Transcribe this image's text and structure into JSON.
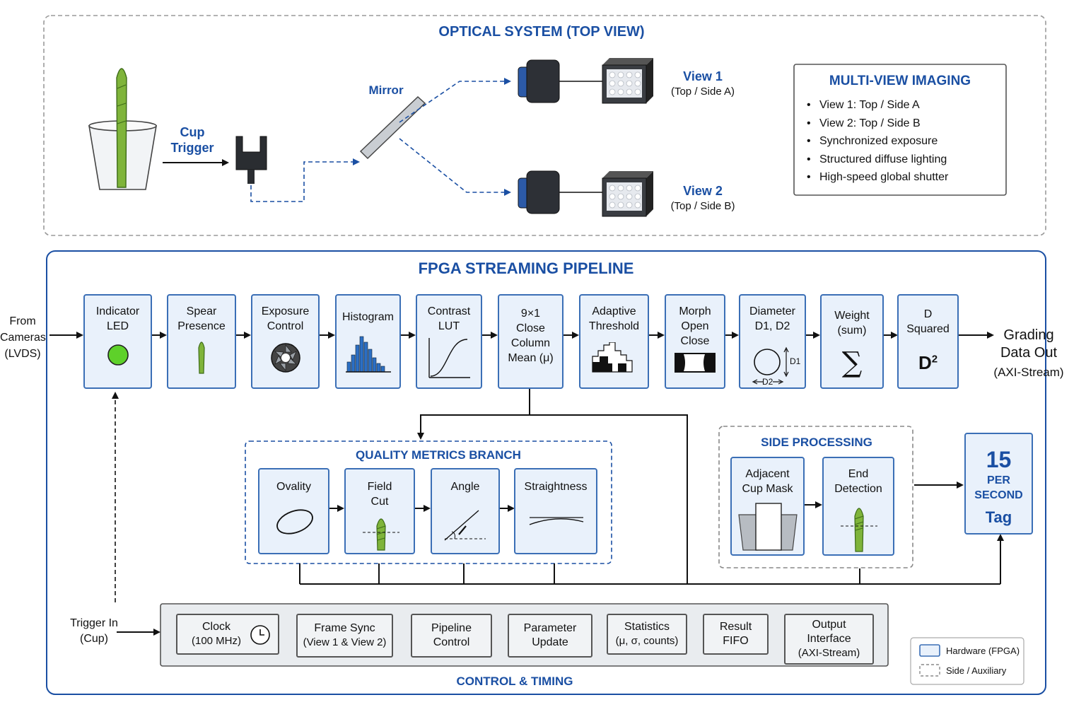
{
  "optical": {
    "title": "OPTICAL SYSTEM (TOP VIEW)",
    "cup_trigger_label": "Cup\nTrigger",
    "mirror_label": "Mirror",
    "view1_title": "View 1",
    "view1_sub": "(Top / Side A)",
    "view2_title": "View 2",
    "view2_sub": "(Top / Side B)"
  },
  "multiview": {
    "title": "MULTI-VIEW IMAGING",
    "items": [
      "View 1: Top / Side A",
      "View 2: Top / Side B",
      "Synchronized exposure",
      "Structured diffuse lighting",
      "High-speed global shutter"
    ]
  },
  "pipeline": {
    "title": "FPGA STREAMING PIPELINE",
    "input_label": "From\nCameras\n(LVDS)",
    "output_label": "Grading\nData Out",
    "output_sub": "(AXI-Stream)",
    "stages": [
      {
        "label": "Indicator\nLED",
        "icon": "led-icon"
      },
      {
        "label": "Spear\nPresence",
        "icon": "spear-icon"
      },
      {
        "label": "Exposure\nControl",
        "icon": "aperture-icon"
      },
      {
        "label": "Histogram",
        "icon": "histogram-icon"
      },
      {
        "label": "Contrast\nLUT",
        "icon": "s-curve-icon"
      },
      {
        "label": "9×1\nClose\nColumn\nMean (μ)",
        "icon": ""
      },
      {
        "label": "Adaptive\nThreshold",
        "icon": "threshold-icon"
      },
      {
        "label": "Morph\nOpen\nClose",
        "icon": "morph-icon"
      },
      {
        "label": "Diameter\nD1, D2",
        "icon": "diameter-icon"
      },
      {
        "label": "Weight\n(sum)",
        "icon": "sigma-icon"
      },
      {
        "label": "D\nSquared",
        "icon": "d-squared-icon"
      }
    ],
    "diameter_d1": "D1",
    "diameter_d2": "D2",
    "d_squared_symbol": "D",
    "d_squared_exp": "2",
    "sigma_symbol": "∑"
  },
  "quality": {
    "title": "QUALITY METRICS BRANCH",
    "items": [
      {
        "label": "Ovality",
        "icon": "ellipse-icon"
      },
      {
        "label": "Field\nCut",
        "icon": "field-cut-icon"
      },
      {
        "label": "Angle",
        "icon": "angle-icon"
      },
      {
        "label": "Straightness",
        "icon": "straightness-icon"
      }
    ]
  },
  "side": {
    "title": "SIDE PROCESSING",
    "items": [
      {
        "label": "Adjacent\nCup Mask",
        "icon": "cup-mask-icon"
      },
      {
        "label": "End\nDetection",
        "icon": "end-detection-icon"
      }
    ]
  },
  "rate_tag": {
    "number": "15",
    "line1": "PER",
    "line2": "SECOND",
    "tag": "Tag"
  },
  "control": {
    "title": "CONTROL & TIMING",
    "trigger_in": "Trigger In\n(Cup)",
    "items": [
      {
        "title": "Clock",
        "sub": "(100 MHz)"
      },
      {
        "title": "Frame Sync",
        "sub": "(View 1 & View 2)"
      },
      {
        "title": "Pipeline",
        "sub": "Control"
      },
      {
        "title": "Parameter",
        "sub": "Update"
      },
      {
        "title": "Statistics",
        "sub": "(μ, σ, counts)"
      },
      {
        "title": "Result",
        "sub": "FIFO"
      },
      {
        "title": "Output\nInterface",
        "sub": "(AXI-Stream)"
      }
    ]
  },
  "legend": {
    "hardware": "Hardware (FPGA)",
    "side": "Side / Auxiliary"
  },
  "colors": {
    "accent_blue": "#1a4fa3",
    "box_border": "#3b6fb6",
    "box_fill": "#e9f1fb",
    "spear_green": "#7fb43a",
    "led_green": "#5ed12a"
  }
}
